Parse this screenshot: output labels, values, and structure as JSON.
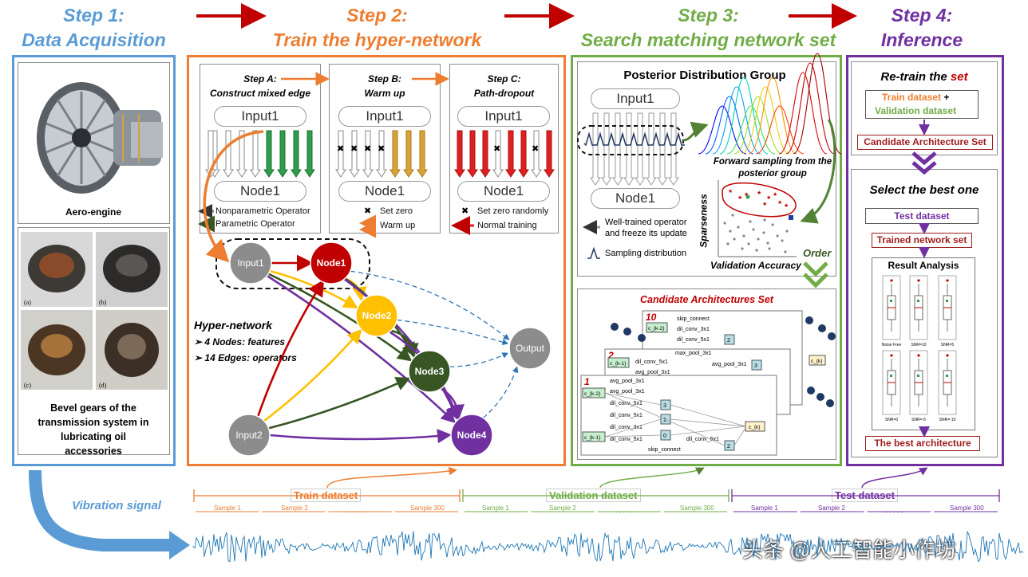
{
  "steps": [
    {
      "num": "Step 1:",
      "title": "Data Acquisition",
      "color": "#5b9bd5"
    },
    {
      "num": "Step 2:",
      "title": "Train the hyper-network",
      "color": "#ed7d31"
    },
    {
      "num": "Step 3:",
      "title": "Search matching network set",
      "color": "#70ad47"
    },
    {
      "num": "Step 4:",
      "title": "Inference",
      "color": "#7030a0"
    }
  ],
  "step1": {
    "engine_caption": "Aero-engine",
    "gear_labels": [
      "(a)",
      "(b)",
      "(c)",
      "(d)"
    ],
    "gears_caption": "Bevel gears of the transmission system in lubricating oil accessories",
    "vibration": "Vibration signal"
  },
  "step2": {
    "sub": [
      {
        "title": "Step A:",
        "subtitle": "Construct mixed edge"
      },
      {
        "title": "Step B:",
        "subtitle": "Warm up"
      },
      {
        "title": "Step C:",
        "subtitle": "Path-dropout"
      }
    ],
    "input_label": "Input1",
    "node_label": "Node1",
    "legend_a": [
      "Nonparametric Operator",
      "Parametric Operator"
    ],
    "legend_b": [
      "Set zero",
      "Warm up"
    ],
    "legend_c": [
      "Set zero randomly",
      "Normal training"
    ],
    "hyper_title": "Hyper-network",
    "hyper_bullets": [
      "4 Nodes: features",
      "14 Edges: operators"
    ],
    "nodes": {
      "input1": "Input1",
      "input2": "Input2",
      "node1": "Node1",
      "node2": "Node2",
      "node3": "Node3",
      "node4": "Node4",
      "output": "Output"
    }
  },
  "step3": {
    "posterior_title": "Posterior Distribution Group",
    "input_label": "Input1",
    "node_label": "Node1",
    "forward_text": "Forward sampling from the posterior group",
    "legend": [
      "Well-trained operator and freeze its update",
      "Sampling distribution"
    ],
    "scatter_ylabel": "Sparseness",
    "scatter_xlabel": "Validation Accuracy",
    "order": "Order",
    "candidates_title": "Candidate Architectures Set",
    "arch_numbers": [
      "10",
      "2",
      "1"
    ],
    "arch_ops": [
      "skip_connect",
      "dil_conv_3x1",
      "dil_conv_5x1",
      "avg_pool_3x1",
      "max_pool_3x1",
      "dil_conv_5x1",
      "skip_connect"
    ],
    "arch_inputs": [
      "c_{k-2}",
      "c_{k-1}"
    ],
    "arch_output": "c_{k}",
    "arch_node_ids": [
      "3",
      "1",
      "0",
      "2"
    ]
  },
  "step4": {
    "retrain_prefix": "Re-train the ",
    "retrain_word": "set",
    "train_dataset": "Train dataset",
    "plus": "+",
    "val_dataset": "Validation dataset",
    "candidate_set": "Candidate Architecture Set",
    "select_title": "Select the best one",
    "test_dataset": "Test dataset",
    "trained_set": "Trained network set",
    "result_title": "Result Analysis",
    "box_labels": [
      "Noise Free",
      "SNR=10",
      "SNR=5",
      "SNR=0",
      "SNR=-5",
      "SNR=-10"
    ],
    "best": "The best architecture"
  },
  "datasets": {
    "train": {
      "label": "Train dataset",
      "samples": [
        "Sample 1",
        "Sample 2",
        "Sample 300"
      ],
      "color": "#ed7d31"
    },
    "val": {
      "label": "Validation dataset",
      "samples": [
        "Sample 1",
        "Sample 2",
        "Sample 300"
      ],
      "color": "#70ad47"
    },
    "test": {
      "label": "Test dataset",
      "samples": [
        "Sample 1",
        "Sample 2",
        "Sample 300"
      ],
      "color": "#7030a0"
    },
    "dots": "……"
  },
  "watermark": "头条 @人工智能小作坊",
  "colors": {
    "step1": "#5b9bd5",
    "step2": "#ed7d31",
    "step3": "#70ad47",
    "step4": "#7030a0",
    "node1": "#c00000",
    "node2": "#ffc000",
    "node3": "#375623",
    "node4": "#7030a0",
    "gray": "#8c8c8c",
    "darkred": "#9e1b1b",
    "arrowred": "#c00000"
  }
}
